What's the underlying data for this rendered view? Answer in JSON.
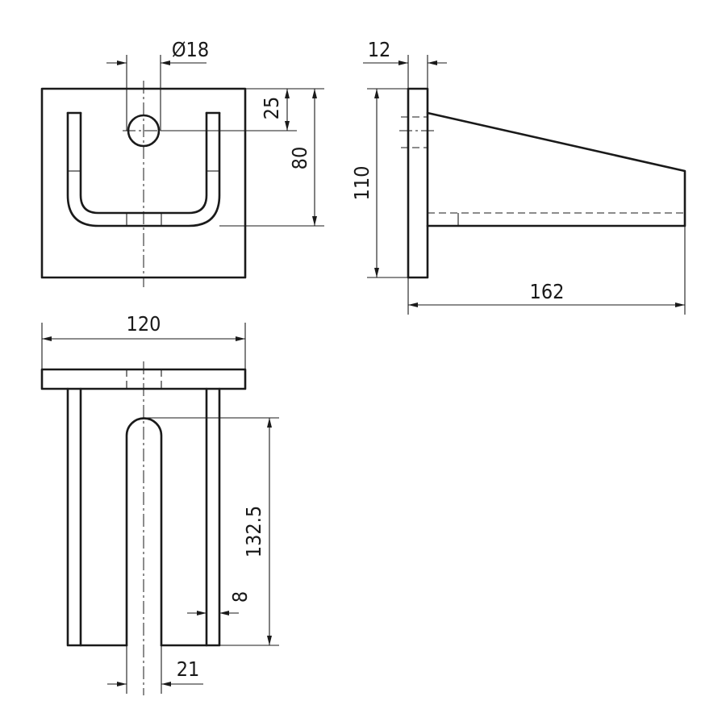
{
  "drawing": {
    "colors": {
      "line": "#1a1a1a",
      "background": "#ffffff"
    },
    "dimensions": {
      "hole_diameter": "Ø18",
      "hole_offset": "25",
      "slot_height": "80",
      "plate_thickness": "12",
      "plate_height": "110",
      "total_length": "162",
      "plate_width": "120",
      "slot_depth": "132.5",
      "rib_thickness": "8",
      "slot_width": "21"
    }
  }
}
